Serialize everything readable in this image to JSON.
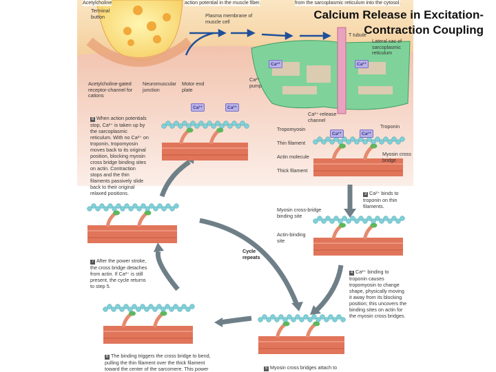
{
  "slide": {
    "title": "Calcium Release in Excitation-Contraction Coupling"
  },
  "diagram": {
    "top_cut_text": {
      "left": "Acetylcholine",
      "middle": "action potential in the muscle fiber.",
      "right": "from the sarcoplasmic reticulum into the cytosol."
    },
    "labels": {
      "terminal_button": "Terminal button",
      "plasma_membrane": "Plasma membrane of muscle cell",
      "t_tubule": "T tubule",
      "lateral_sac": "Lateral sac of sarcoplasmic reticulum",
      "ach_receptor": "Acetylcholine-gated receptor-channel for cations",
      "nmj": "Neuromuscular junction",
      "motor_end_plate": "Motor end plate",
      "ca_pump": "Ca²⁺ pump",
      "ca_release_channel": "Ca²⁺-release channel",
      "tropomyosin": "Tropomyosin",
      "troponin": "Troponin",
      "thin_filament": "Thin filament",
      "actin_molecule": "Actin molecule",
      "myosin_cross_bridge": "Myosin cross bridge",
      "thick_filament": "Thick filament",
      "myosin_binding_site": "Myosin cross-bridge binding site",
      "actin_binding_site": "Actin-binding site",
      "cycle_repeats": "Cycle repeats",
      "ca_ion": "Ca²⁺"
    },
    "steps": [
      {
        "number": "3",
        "text": "Ca²⁺ binds to troponin on thin filaments."
      },
      {
        "number": "4",
        "text": "Ca²⁺ binding to troponin causes tropomyosin to change shape, physically moving it away from its blocking position; this uncovers the binding sites on actin for the myosin cross bridges."
      },
      {
        "number": "5",
        "text": "Myosin cross bridges attach to"
      },
      {
        "number": "6",
        "text": "The binding triggers the cross bridge to bend, pulling the thin filament over the thick filament toward the center of the sarcomere. This power"
      },
      {
        "number": "7",
        "text": "After the power stroke, the cross bridge detaches from actin. If Ca²⁺ is still present, the cycle returns to step 5."
      },
      {
        "number": "8",
        "text": "When action potentials stop, Ca²⁺ is taken up by the sarcoplasmic reticulum. With no Ca²⁺ on troponin, tropomyosin moves back to its original position, blocking myosin cross bridge binding sites on actin. Contraction stops and the thin filaments passively slide back to their original relaxed positions."
      }
    ],
    "colors": {
      "cytoplasm": "#f6d7ae",
      "muscle": "#f3c9b6",
      "sarcoplasmic_reticulum": "#7fd39a",
      "thin_filament": "#7fd0d8",
      "thick_filament": "#e0755a",
      "cycle_arrow": "#6f7f88",
      "membrane_arrow": "#1f4f9a"
    }
  }
}
